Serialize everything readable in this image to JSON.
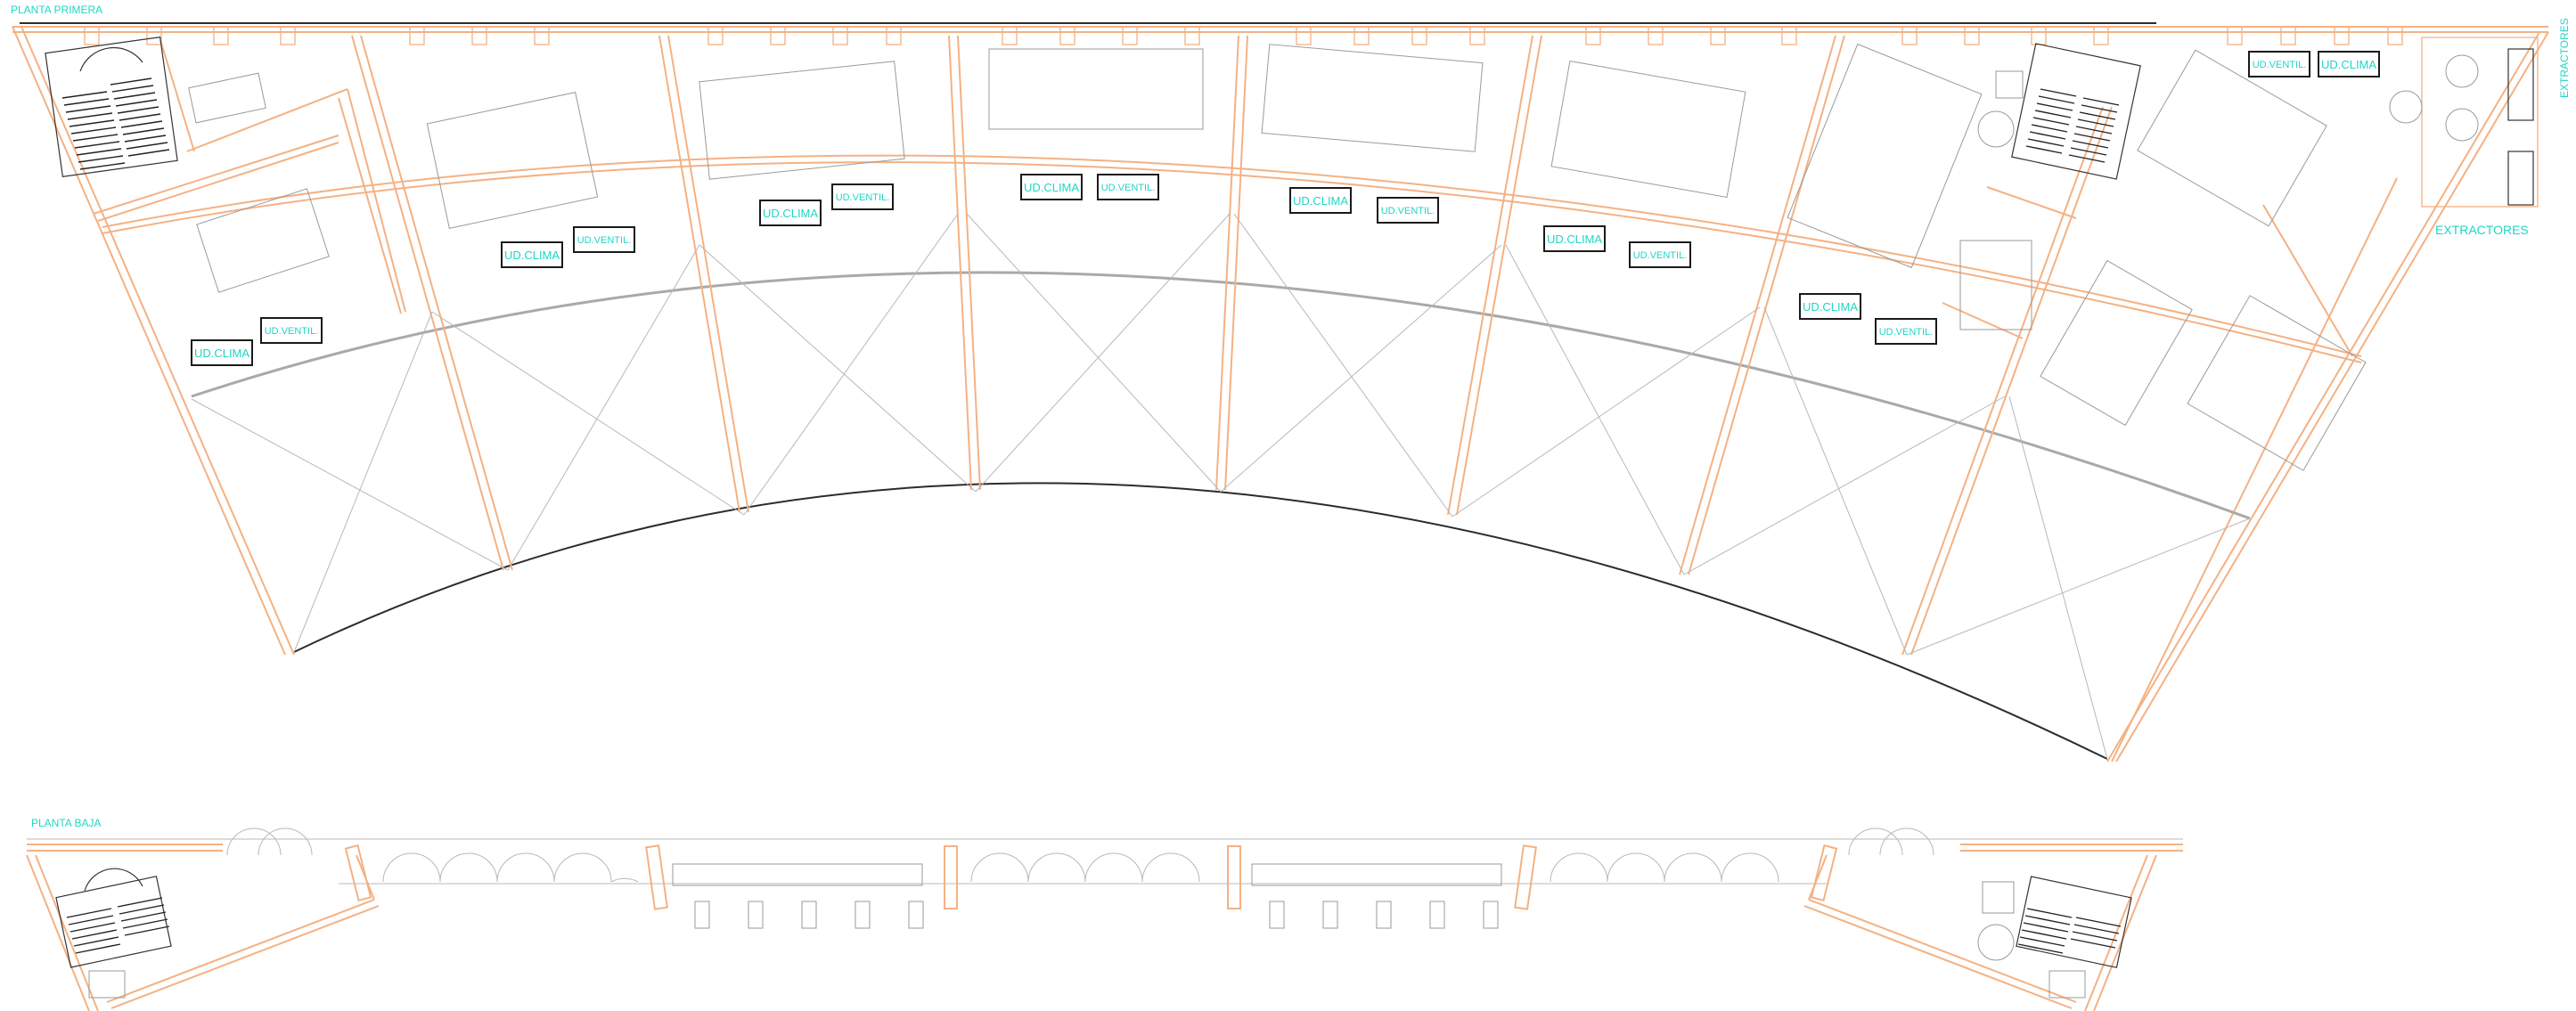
{
  "floors": {
    "upper_label": "PLANTA  PRIMERA",
    "lower_label": "PLANTA  BAJA"
  },
  "equipment": {
    "clima_label": "UD.CLIMA",
    "ventil_label": "UD.VENTIL.",
    "extract_label": "EXTRACTORES",
    "extract_label_vertical": "EXTRACTORES"
  },
  "colors": {
    "walls": "#f4b183",
    "labels": "#1fd6c4",
    "lines": "#2b2b2b",
    "grid": "#b8b8b8"
  }
}
